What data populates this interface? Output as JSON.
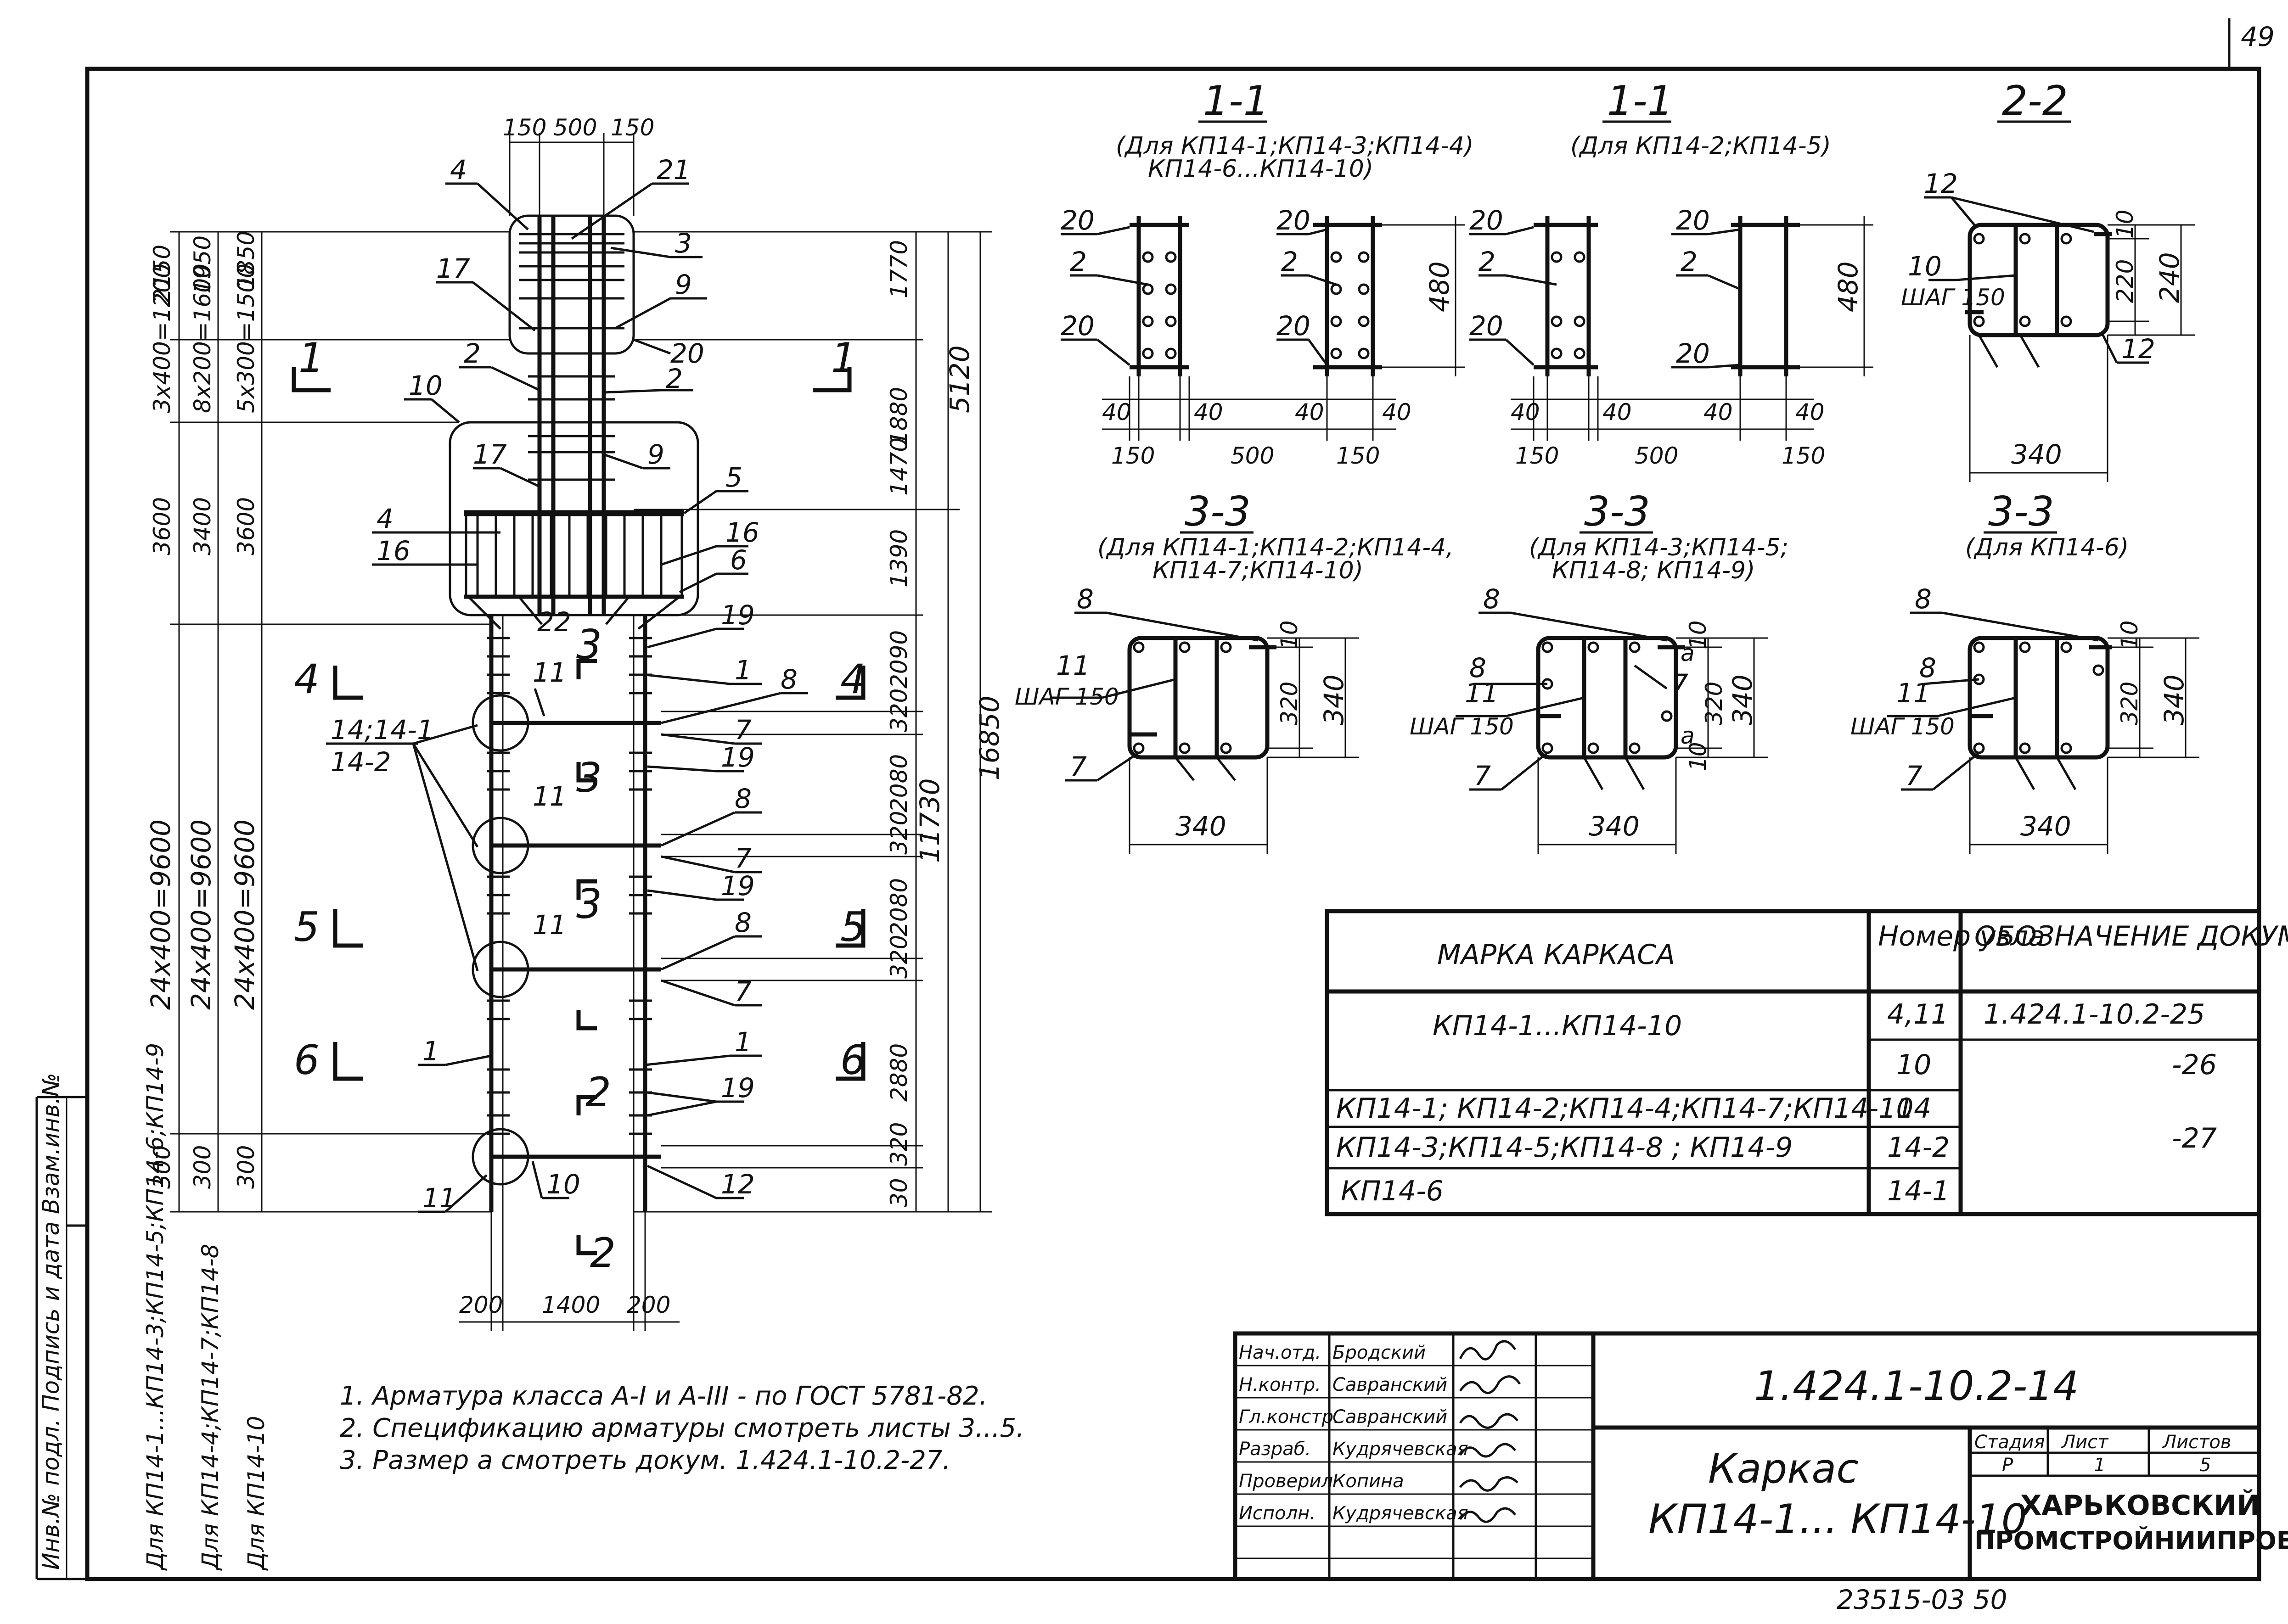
{
  "sheet": {
    "page_number": "49",
    "document_code": "1.424.1-10.2-14",
    "bottom_code": "23515-03  50"
  },
  "left_strip": {
    "inv_label": "Инв.№ подл. Подпись и дата Взам.инв.№",
    "col1": "Для КП14-1...КП14-3;КП14-5;КП14-6;КП14-9",
    "col2": "Для КП14-4;КП14-7;КП14-8",
    "col3": "Для КП14-10"
  },
  "elevation": {
    "top_dims": [
      "150",
      "500",
      "150"
    ],
    "bottom_dims": [
      "200",
      "1400",
      "200"
    ],
    "left_dims_col1": [
      "2150",
      "3x400=1200",
      "3600",
      "24x400=9600",
      "300"
    ],
    "left_dims_col2": [
      "1950",
      "8x200=1600",
      "3400",
      "24x400=9600",
      "300"
    ],
    "left_dims_col3": [
      "1850",
      "5x300=1500",
      "3600",
      "24x400=9600",
      "300"
    ],
    "right_dims": [
      "1770",
      "1880",
      "1470",
      "1390",
      "2090",
      "320",
      "2080",
      "320",
      "2080",
      "320",
      "2880",
      "320",
      "30"
    ],
    "right_total_a": "5120",
    "right_total_b": "11730",
    "right_total_c": "16850",
    "marks": [
      "4",
      "21",
      "3",
      "17",
      "9",
      "20",
      "2",
      "2",
      "10",
      "17",
      "9",
      "5",
      "4",
      "16",
      "16",
      "6",
      "22",
      "3",
      "19",
      "1",
      "8",
      "11",
      "14;14-1",
      "14-2",
      "7",
      "19",
      "3",
      "11",
      "8",
      "7",
      "19",
      "11",
      "3",
      "8",
      "7",
      "1",
      "1",
      "19",
      "2",
      "11",
      "10",
      "12",
      "2"
    ],
    "section_marks": [
      "1",
      "1",
      "4",
      "4",
      "5",
      "5",
      "6",
      "6"
    ]
  },
  "section_1_1_a": {
    "title": "1-1",
    "subtitle_1": "(Для КП14-1;КП14-3;КП14-4)",
    "subtitle_2": "КП14-6...КП14-10)",
    "marks": [
      "20",
      "2",
      "20",
      "20",
      "2",
      "20"
    ],
    "dims": [
      "40",
      "40",
      "40",
      "40",
      "150",
      "500",
      "150",
      "480"
    ]
  },
  "section_1_1_b": {
    "title": "1-1",
    "subtitle_1": "(Для КП14-2;КП14-5)",
    "marks": [
      "20",
      "2",
      "20",
      "20",
      "2",
      "20"
    ],
    "dims": [
      "40",
      "40",
      "40",
      "40",
      "150",
      "500",
      "150",
      "480"
    ]
  },
  "section_2_2": {
    "title": "2-2",
    "marks": [
      "12",
      "10",
      "ШАГ 150",
      "12"
    ],
    "dims": [
      "10",
      "220",
      "240",
      "340"
    ]
  },
  "section_3_3_a": {
    "title": "3-3",
    "subtitle_1": "(Для КП14-1;КП14-2;КП14-4,",
    "subtitle_2": "КП14-7;КП14-10)",
    "marks": [
      "8",
      "11",
      "ШАГ 150",
      "7"
    ],
    "dims": [
      "10",
      "320",
      "340",
      "340"
    ]
  },
  "section_3_3_b": {
    "title": "3-3",
    "subtitle_1": "(Для КП14-3;КП14-5;",
    "subtitle_2": "КП14-8; КП14-9)",
    "marks": [
      "8",
      "8",
      "11",
      "ШАГ 150",
      "7",
      "7"
    ],
    "dims": [
      "10",
      "320",
      "340",
      "340",
      "a",
      "a",
      "10"
    ]
  },
  "section_3_3_c": {
    "title": "3-3",
    "subtitle_1": "(Для КП14-6)",
    "marks": [
      "8",
      "8",
      "11",
      "ШАГ 150",
      "7"
    ],
    "dims": [
      "10",
      "320",
      "340",
      "340"
    ]
  },
  "spec_table": {
    "headers": [
      "МАРКА КАРКАСА",
      "Номер узла",
      "ОБОЗНАЧЕНИЕ ДОКУМЕНТА"
    ],
    "rows": [
      [
        "КП14-1...КП14-10",
        "4,11",
        "1.424.1-10.2-25"
      ],
      [
        "",
        "10",
        "-26"
      ],
      [
        "КП14-1; КП14-2;КП14-4;КП14-7;КП14-10",
        "14",
        ""
      ],
      [
        "КП14-3;КП14-5;КП14-8 ; КП14-9",
        "14-2",
        "-27"
      ],
      [
        "КП14-6",
        "14-1",
        ""
      ]
    ]
  },
  "notes": [
    "1. Арматура класса А-I и А-III - по ГОСТ 5781-82.",
    "2. Спецификацию арматуры смотреть листы 3...5.",
    "3. Размер a смотреть докум. 1.424.1-10.2-27."
  ],
  "title_block": {
    "roles": [
      "Нач.отд.",
      "Н.контр.",
      "Гл.констр.",
      "Разраб.",
      "Проверил",
      "Исполн."
    ],
    "names": [
      "Бродский",
      "Савранский",
      "Савранский",
      "Кудрячевская",
      "Копина",
      "Кудрячевская"
    ],
    "doc_code": "1.424.1-10.2-14",
    "title_1": "Каркас",
    "title_2": "КП14-1... КП14-10",
    "stage_headers": [
      "Стадия",
      "Лист",
      "Листов"
    ],
    "stage_values": [
      "Р",
      "1",
      "5"
    ],
    "org_1": "ХАРЬКОВСКИЙ",
    "org_2": "ПРОМСТРОЙНИИПРОЕКТ"
  }
}
